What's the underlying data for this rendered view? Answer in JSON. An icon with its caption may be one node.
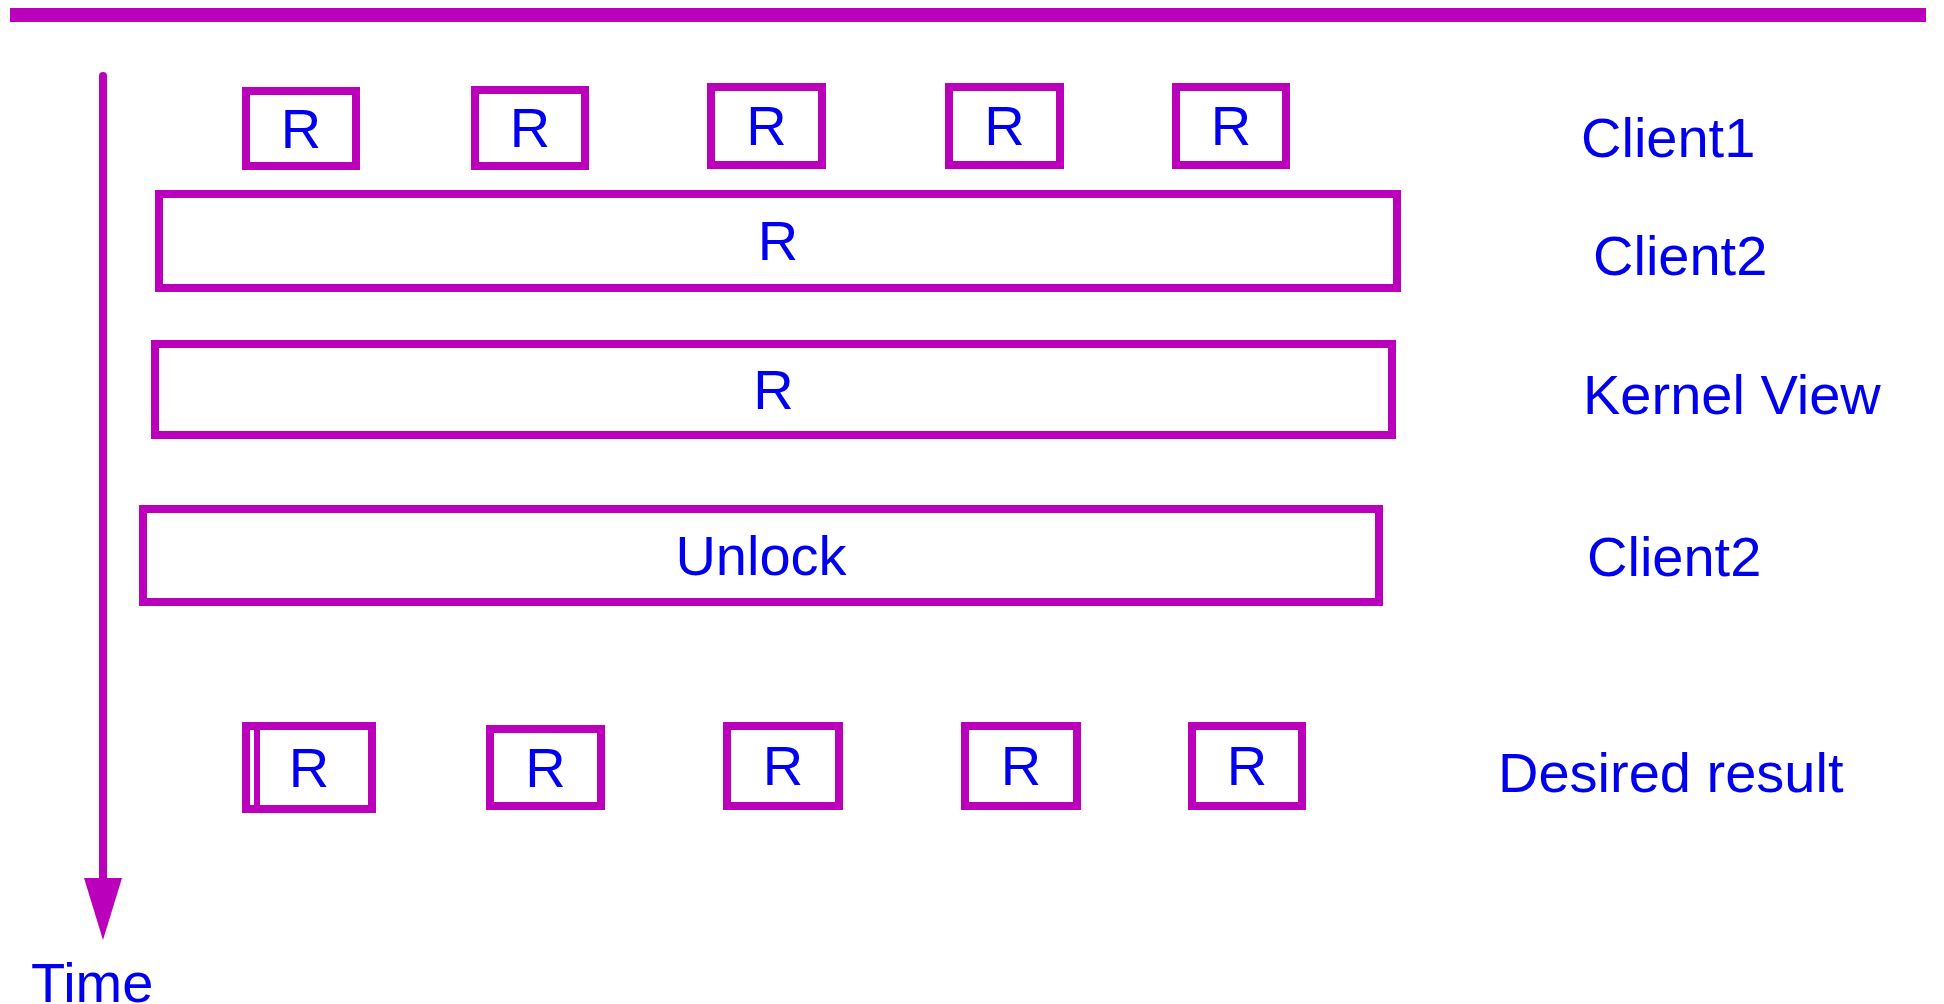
{
  "diagram": {
    "nodes": [
      {
        "text": [],
        "shape": "bar"
      },
      {
        "text": [
          "R"
        ]
      },
      {
        "text": [
          "R"
        ]
      },
      {
        "text": [
          "R"
        ]
      },
      {
        "text": [
          "R"
        ]
      },
      {
        "text": [
          "R"
        ]
      },
      {
        "text": [
          "R"
        ]
      },
      {
        "text": [
          "R"
        ]
      },
      {
        "text": [
          "Unlock"
        ]
      },
      {
        "text": [
          "R"
        ]
      },
      {
        "text": [
          "R"
        ]
      },
      {
        "text": [
          "R"
        ]
      },
      {
        "text": [
          "R"
        ]
      },
      {
        "text": [
          "R"
        ]
      }
    ],
    "edges": [],
    "labels": [
      "Client1",
      "Client2",
      "Kernel View",
      "Client2",
      "Desired result",
      "Time"
    ]
  }
}
